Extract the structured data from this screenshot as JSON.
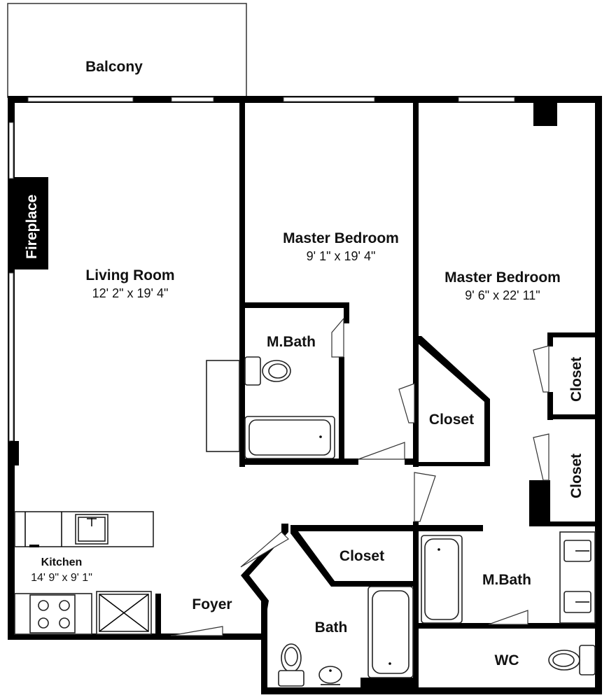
{
  "rooms": {
    "balcony": {
      "name": "Balcony"
    },
    "fireplace": {
      "name": "Fireplace"
    },
    "living_room": {
      "name": "Living Room",
      "size": "12' 2\" x 19' 4\""
    },
    "master_bedroom_1": {
      "name": "Master Bedroom",
      "size": "9' 1\" x 19' 4\""
    },
    "master_bedroom_2": {
      "name": "Master Bedroom",
      "size": "9' 6\" x 22' 11\""
    },
    "master_bath_1": {
      "name": "M.Bath"
    },
    "master_bath_2": {
      "name": "M.Bath"
    },
    "closet_angled": {
      "name": "Closet"
    },
    "closet_right_upper": {
      "name": "Closet"
    },
    "closet_right_lower": {
      "name": "Closet"
    },
    "closet_hall": {
      "name": "Closet"
    },
    "kitchen": {
      "name": "Kitchen",
      "size": "14' 9\" x 9' 1\""
    },
    "foyer": {
      "name": "Foyer"
    },
    "bath": {
      "name": "Bath"
    },
    "wc": {
      "name": "WC"
    }
  }
}
